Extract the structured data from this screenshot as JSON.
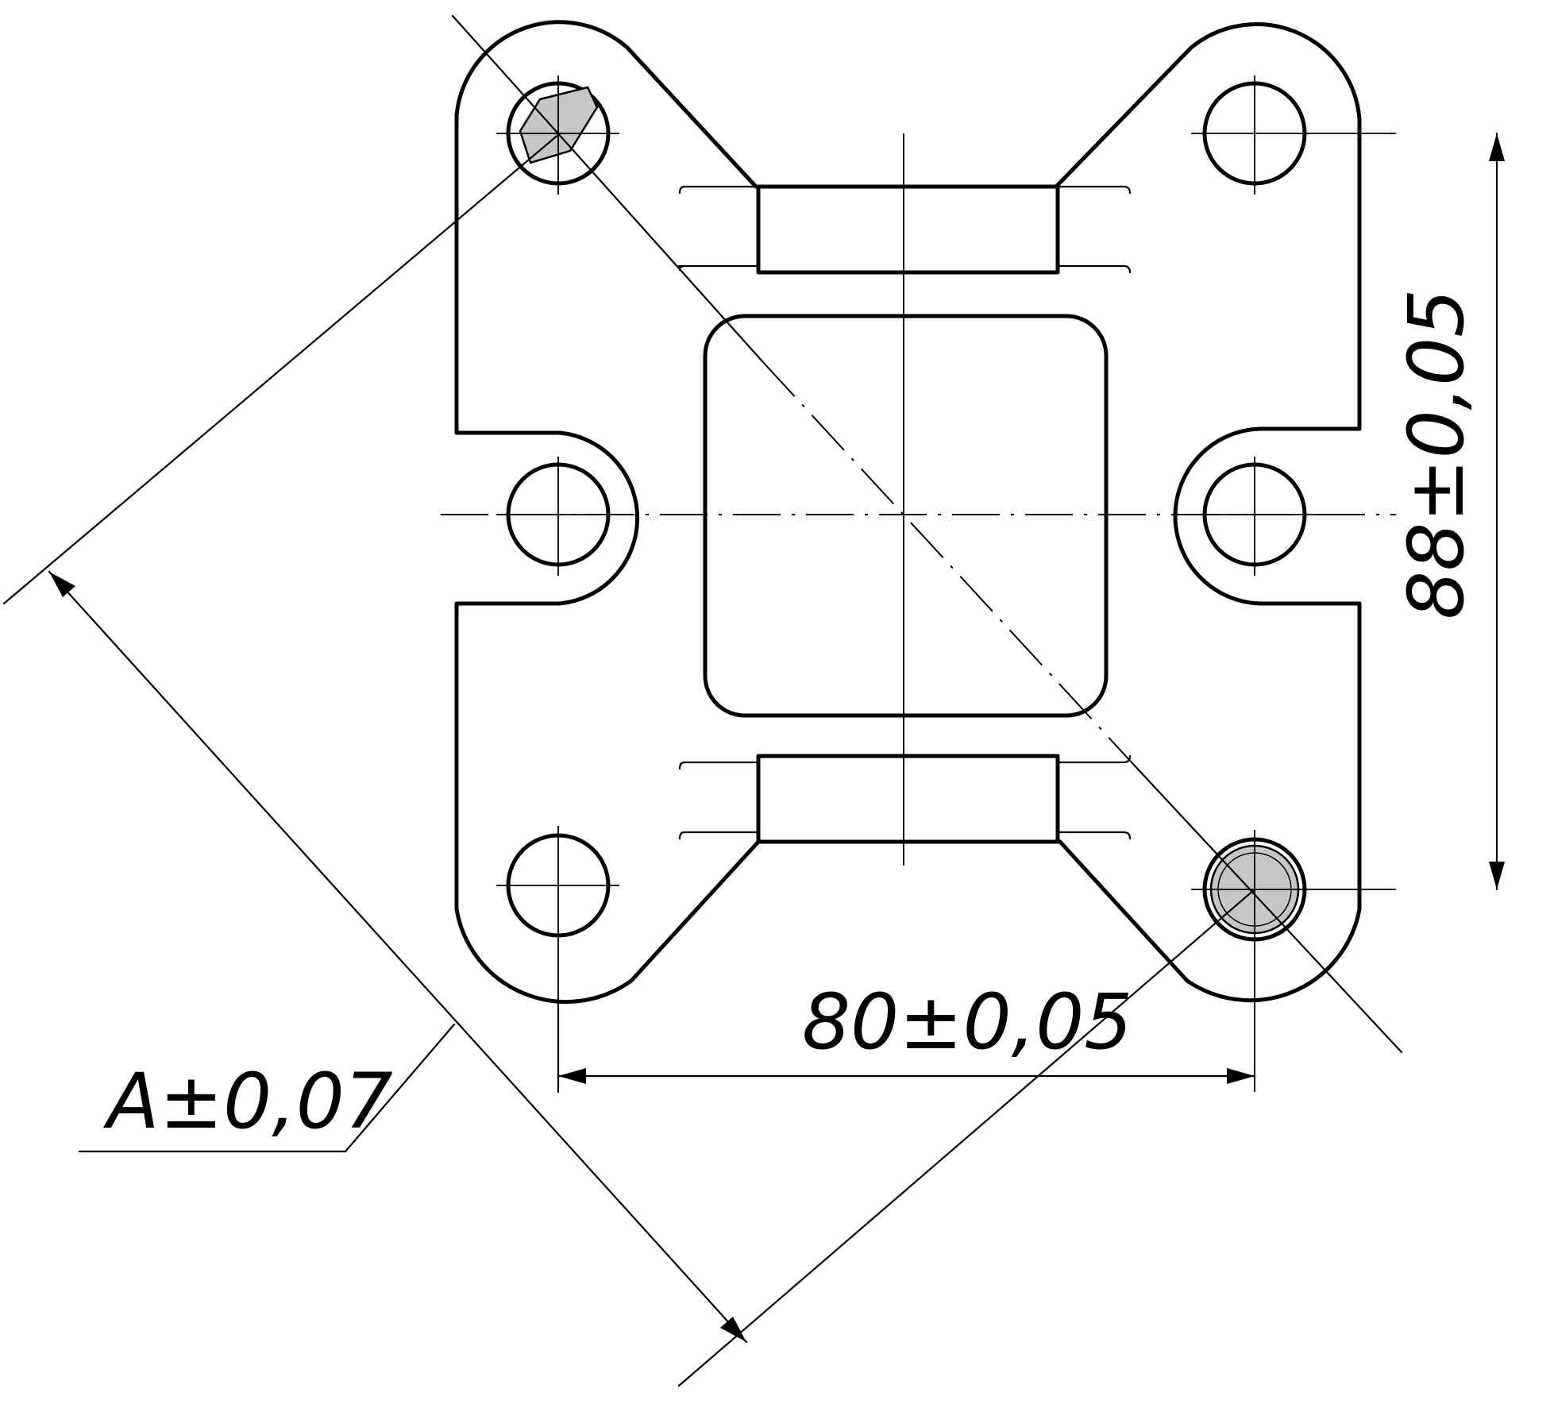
{
  "dimensions": {
    "vertical": "88±0,05",
    "horizontal": "80±0,05",
    "diagonal": "A±0,07"
  },
  "colors": {
    "line": "#000000",
    "pin_fill": "#c6c6c6",
    "background": "#ffffff"
  },
  "highlighted_holes": [
    "top-left",
    "bottom-right"
  ]
}
